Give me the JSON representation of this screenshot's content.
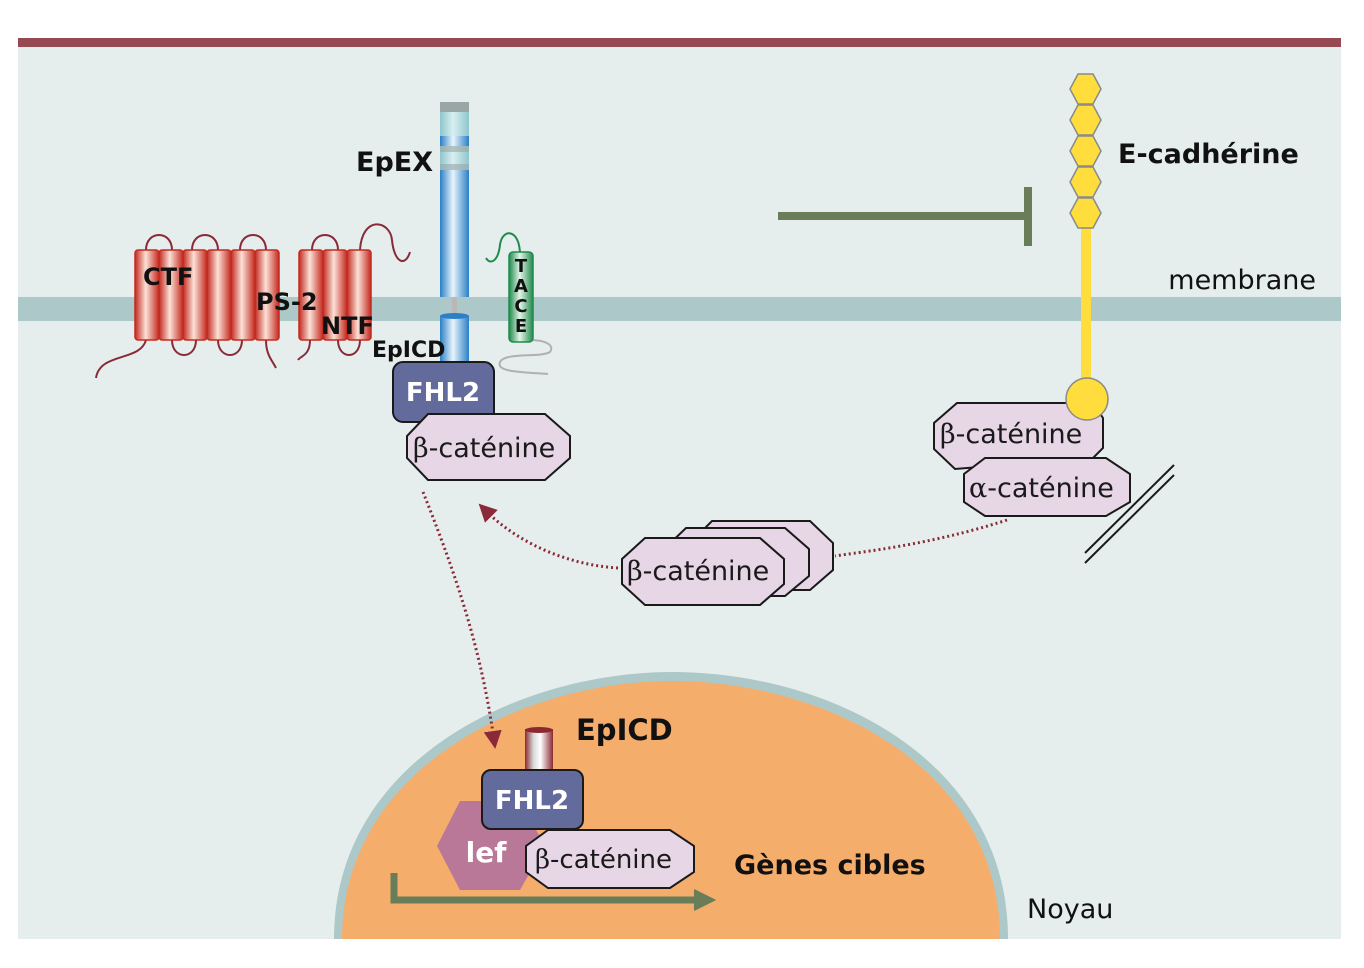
{
  "colors": {
    "top_bar": "#964853",
    "background": "#e5eeed",
    "membrane": "#adc8c8",
    "nucleus_fill": "#f5ad6c",
    "nucleus_border": "#adc8c8",
    "ps2_helix": "#d03a2c",
    "ps2_loop": "#8a2a38",
    "epcam_blue": "#3b8fd0",
    "epcam_cap": "#a8d8dc",
    "tace_green": "#2e9a5a",
    "fhl2": "#636a9c",
    "catenin": "#e6d6e6",
    "lef": "#b97898",
    "cadherin_yellow": "#fedd3d",
    "inhibit_green": "#687d58",
    "dotted_arrow": "#8a2a38"
  },
  "labels": {
    "epex": "EpEX",
    "ctf": "CTF",
    "ps2": "PS-2",
    "ntf": "NTF",
    "epicd_membrane": "EpICD",
    "tace": [
      "T",
      "A",
      "C",
      "E"
    ],
    "fhl2_membrane": "FHL2",
    "beta_catenin_membrane": "-caténine",
    "e_cadherin": "E-cadhérine",
    "membrane": "membrane",
    "beta_catenin_cadherin": "-caténine",
    "alpha_catenin_cadherin": "-caténine",
    "beta_catenin_pool": "-caténine",
    "epicd_nucleus": "EpICD",
    "fhl2_nucleus": "FHL2",
    "lef": "lef",
    "beta_catenin_nucleus": "-caténine",
    "target_genes": "Gènes cibles",
    "nucleus": "Noyau",
    "beta_symbol": "β",
    "alpha_symbol": "α"
  }
}
